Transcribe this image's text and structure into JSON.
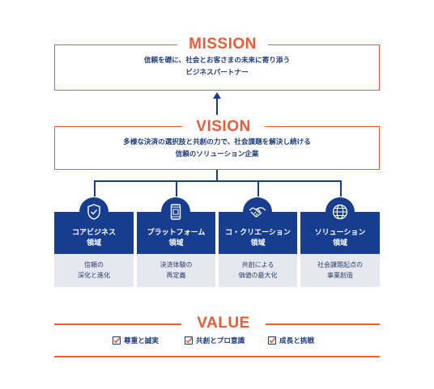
{
  "colors": {
    "accent": "#ee5a36",
    "navy": "#173e8e",
    "pale": "#e5e8ef"
  },
  "mission": {
    "heading": "MISSION",
    "lines": [
      "信頼を礎に、社会とお客さまの未来に寄り添う",
      "ビジネスパートナー"
    ]
  },
  "vision": {
    "heading": "VISION",
    "lines": [
      "多様な決済の選択肢と共創の力で、社会課題を解決し続ける",
      "信頼のソリューション企業"
    ]
  },
  "domains": [
    {
      "icon": "shield-check-icon",
      "title": [
        "コアビジネス",
        "領域"
      ],
      "desc": [
        "信頼の",
        "深化と進化"
      ]
    },
    {
      "icon": "smartphone-icon",
      "title": [
        "プラットフォーム",
        "領域"
      ],
      "desc": [
        "決済体験の",
        "再定義"
      ]
    },
    {
      "icon": "handshake-icon",
      "title": [
        "コ・クリエーション",
        "領域"
      ],
      "desc": [
        "共創による",
        "価値の最大化"
      ]
    },
    {
      "icon": "globe-icon",
      "title": [
        "ソリューション",
        "領域"
      ],
      "desc": [
        "社会課題起点の",
        "事業創造"
      ]
    }
  ],
  "value": {
    "heading": "VALUE",
    "items": [
      "尊重と誠実",
      "共創とプロ意識",
      "成長と挑戦"
    ]
  }
}
